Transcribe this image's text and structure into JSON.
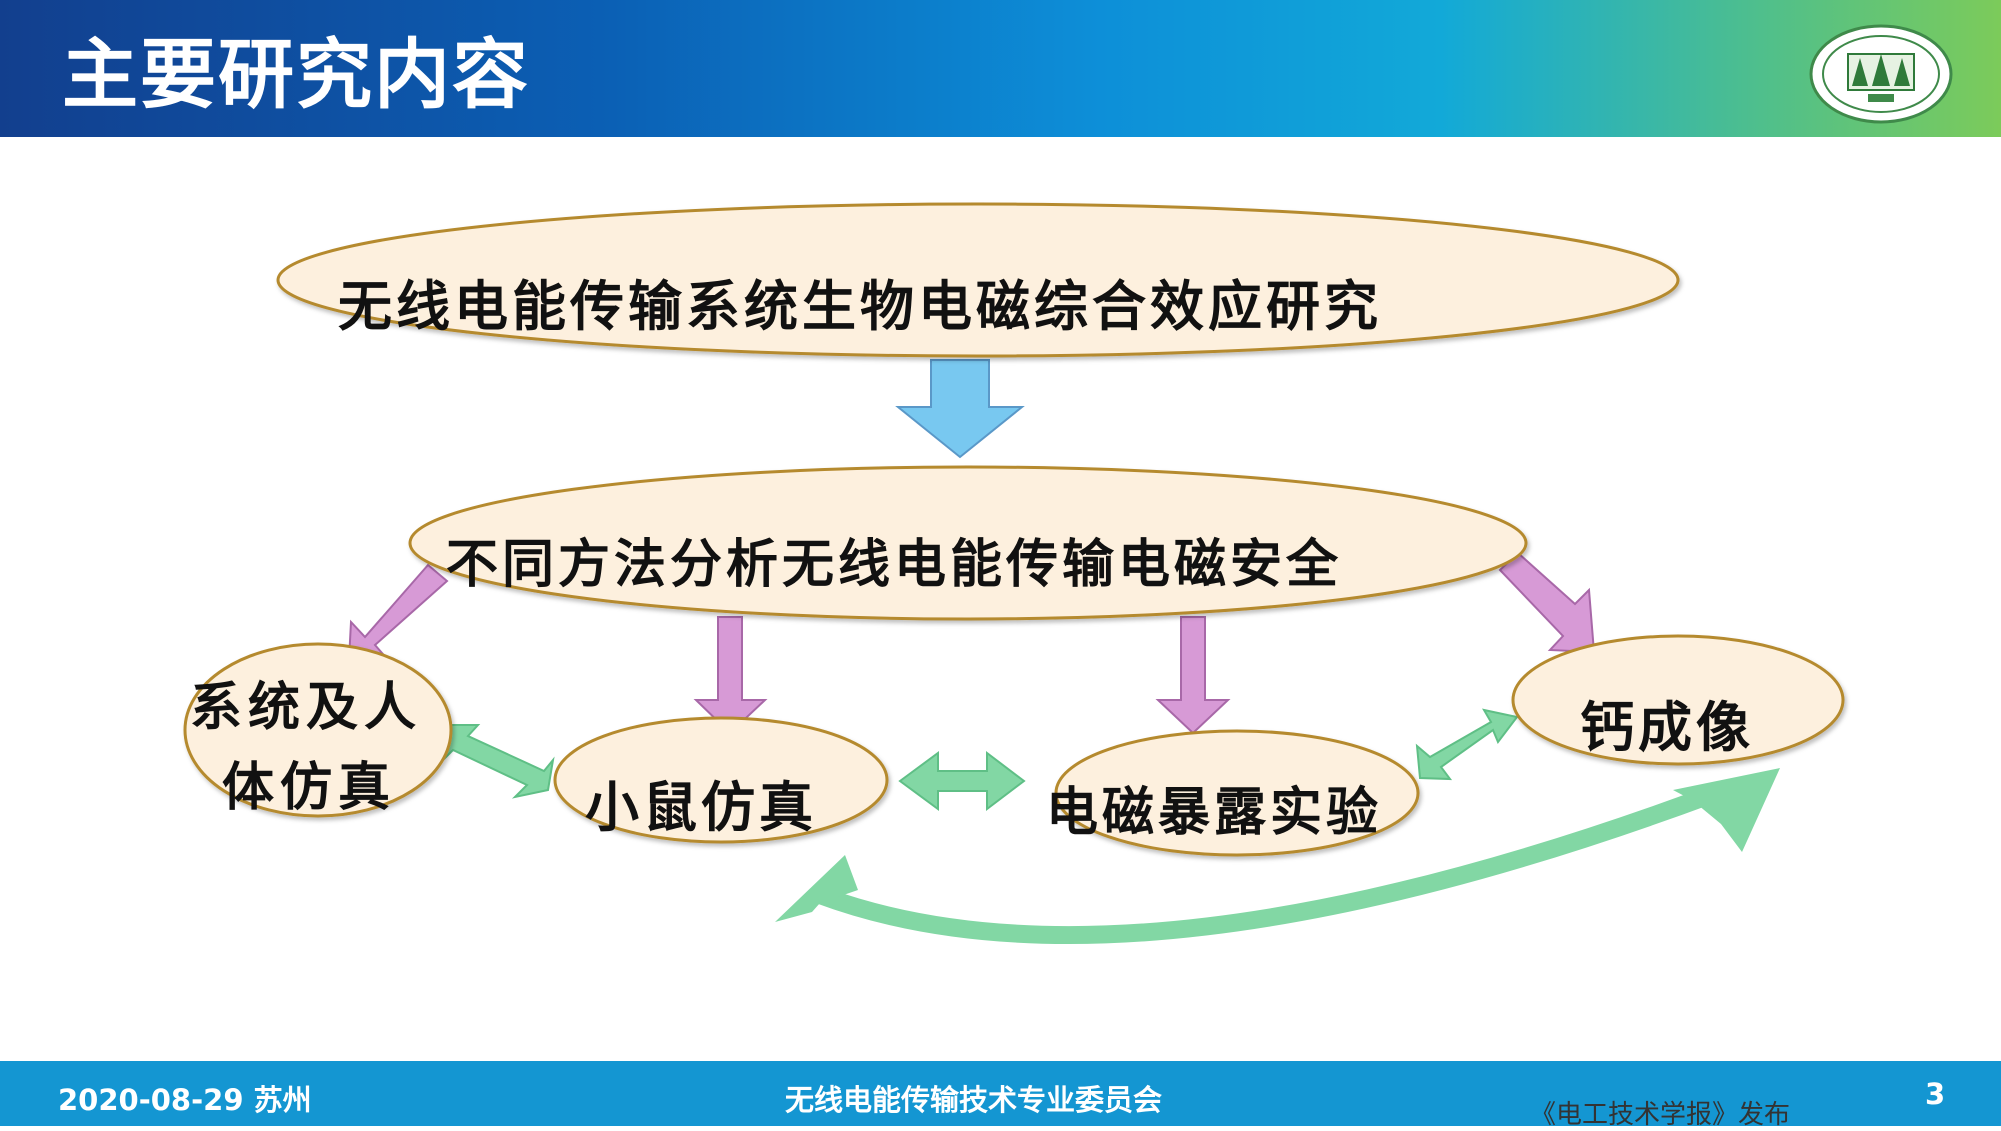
{
  "slide": {
    "title": "主要研究内容",
    "page_number": "3"
  },
  "diagram": {
    "top_node": "无线电能传输系统生物电磁综合效应研究",
    "middle_node": "不同方法分析无线电能传输电磁安全",
    "node_system_line1": "系统及人",
    "node_system_line2": "体仿真",
    "node_mouse": "小鼠仿真",
    "node_exposure": "电磁暴露实验",
    "node_calcium": "钙成像",
    "colors": {
      "ellipse_fill": "#fdf0de",
      "ellipse_stroke": "#b58a2f",
      "down_arrow": "#78c8f0",
      "branch_arrow": "#d79ad6",
      "link_arrow": "#82d7a4"
    }
  },
  "footer": {
    "date_location": "2020-08-29  苏州",
    "organizer": "无线电能传输技术专业委员会",
    "publisher": "《电工技术学报》发布"
  }
}
